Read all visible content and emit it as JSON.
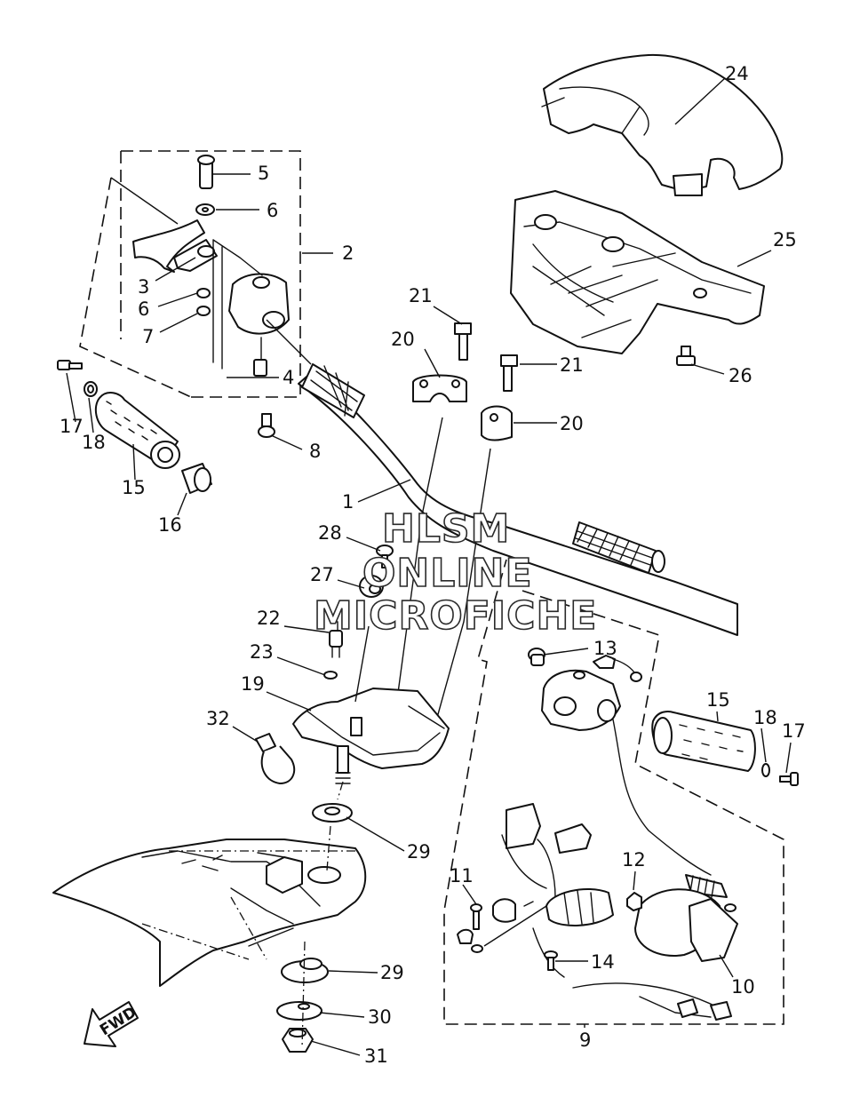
{
  "diagram": {
    "labels": [
      {
        "id": "1",
        "text": "1"
      },
      {
        "id": "2",
        "text": "2"
      },
      {
        "id": "3",
        "text": "3"
      },
      {
        "id": "4",
        "text": "4"
      },
      {
        "id": "5",
        "text": "5"
      },
      {
        "id": "6a",
        "text": "6"
      },
      {
        "id": "6b",
        "text": "6"
      },
      {
        "id": "7",
        "text": "7"
      },
      {
        "id": "8",
        "text": "8"
      },
      {
        "id": "9",
        "text": "9"
      },
      {
        "id": "10",
        "text": "10"
      },
      {
        "id": "11",
        "text": "11"
      },
      {
        "id": "12",
        "text": "12"
      },
      {
        "id": "13",
        "text": "13"
      },
      {
        "id": "14",
        "text": "14"
      },
      {
        "id": "15a",
        "text": "15"
      },
      {
        "id": "15b",
        "text": "15"
      },
      {
        "id": "16",
        "text": "16"
      },
      {
        "id": "17a",
        "text": "17"
      },
      {
        "id": "17b",
        "text": "17"
      },
      {
        "id": "18a",
        "text": "18"
      },
      {
        "id": "18b",
        "text": "18"
      },
      {
        "id": "19",
        "text": "19"
      },
      {
        "id": "20a",
        "text": "20"
      },
      {
        "id": "20b",
        "text": "20"
      },
      {
        "id": "21a",
        "text": "21"
      },
      {
        "id": "21b",
        "text": "21"
      },
      {
        "id": "22",
        "text": "22"
      },
      {
        "id": "23",
        "text": "23"
      },
      {
        "id": "24",
        "text": "24"
      },
      {
        "id": "25",
        "text": "25"
      },
      {
        "id": "26",
        "text": "26"
      },
      {
        "id": "27",
        "text": "27"
      },
      {
        "id": "28",
        "text": "28"
      },
      {
        "id": "29a",
        "text": "29"
      },
      {
        "id": "29b",
        "text": "29"
      },
      {
        "id": "30",
        "text": "30"
      },
      {
        "id": "31",
        "text": "31"
      },
      {
        "id": "32",
        "text": "32"
      }
    ],
    "watermark": {
      "line1": "HLSM",
      "line2": "ONLINE",
      "line3": "MICROFICHE"
    },
    "direction_arrow": {
      "text": "FWD"
    }
  }
}
